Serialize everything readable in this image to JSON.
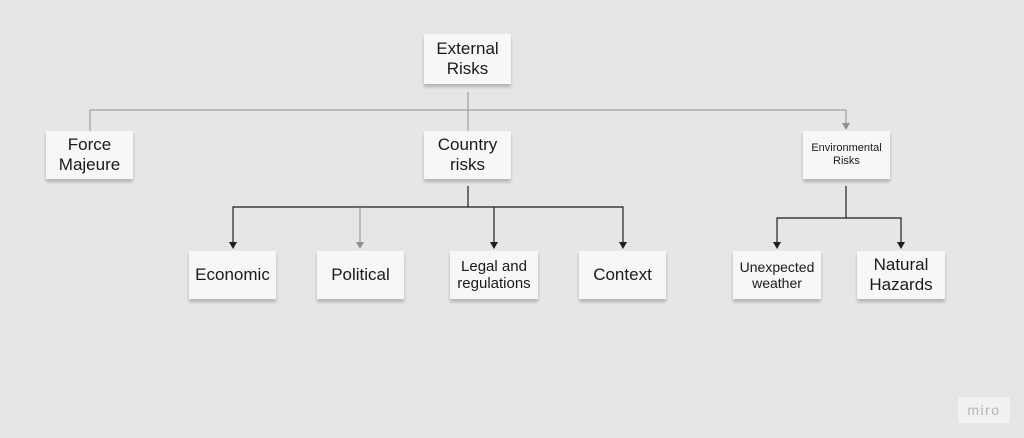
{
  "diagram": {
    "nodes": {
      "external_risks": "External\nRisks",
      "force_majeure": "Force\nMajeure",
      "country_risks": "Country\nrisks",
      "environmental_risks": "Environmental\nRisks",
      "economic": "Economic",
      "political": "Political",
      "legal_regulations": "Legal and\nregulations",
      "context": "Context",
      "unexpected_weather": "Unexpected\nweather",
      "natural_hazards": "Natural\nHazards"
    },
    "edges": [
      {
        "from": "External Risks",
        "to": "Force Majeure"
      },
      {
        "from": "External Risks",
        "to": "Country risks"
      },
      {
        "from": "External Risks",
        "to": "Environmental Risks"
      },
      {
        "from": "Country risks",
        "to": "Economic"
      },
      {
        "from": "Country risks",
        "to": "Political"
      },
      {
        "from": "Country risks",
        "to": "Legal and regulations"
      },
      {
        "from": "Country risks",
        "to": "Context"
      },
      {
        "from": "Environmental Risks",
        "to": "Unexpected weather"
      },
      {
        "from": "Environmental Risks",
        "to": "Natural Hazards"
      }
    ],
    "line_colors": {
      "light": "#909090",
      "dark": "#1e1e1e"
    }
  },
  "watermark": "miro"
}
